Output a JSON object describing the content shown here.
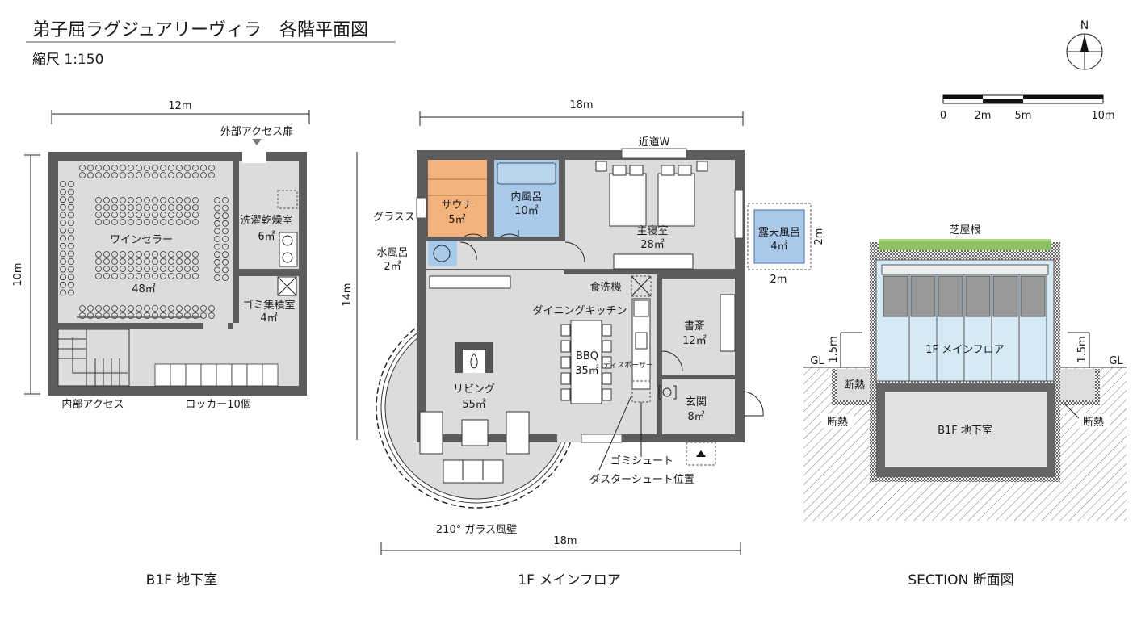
{
  "header": {
    "title": "弟子屈ラグジュアリーヴィラ　各階平面図",
    "scale": "縮尺 1:150"
  },
  "north": {
    "label": "N"
  },
  "scale_bar": {
    "ticks": [
      "0",
      "2m",
      "5m",
      "10m"
    ]
  },
  "b1f": {
    "caption": "B1F 地下室",
    "dim_width": "12m",
    "dim_height": "10m",
    "external_door": "外部アクセス扉",
    "rooms": [
      {
        "name": "ワインセラー",
        "area": "48㎡"
      },
      {
        "name": "洗濯乾燥室",
        "area": "6㎡"
      },
      {
        "name": "ゴミ集積室",
        "area": "4㎡"
      }
    ],
    "internal_access": "内部アクセス",
    "lockers": "ロッカー10個"
  },
  "f1": {
    "caption": "1F メインフロア",
    "dim_top": "18m",
    "dim_left": "14m",
    "dim_bottom": "18m",
    "approach": "近道W",
    "glass_room": "グラスス",
    "rooms": [
      {
        "name": "サウナ",
        "area": "5㎡",
        "color": "#f4b27c"
      },
      {
        "name": "内風呂",
        "area": "10㎡",
        "color": "#a9c9ea"
      },
      {
        "name": "主寝室",
        "area": "28㎡"
      },
      {
        "name": "水風呂",
        "area": "2㎡",
        "color": "#a9c9ea"
      },
      {
        "name": "露天風呂",
        "area": "4㎡",
        "color": "#a9c9ea"
      },
      {
        "name": "書斎",
        "area": "12㎡"
      },
      {
        "name": "BBQ",
        "area": "35㎡"
      },
      {
        "name": "リビング",
        "area": "55㎡"
      },
      {
        "name": "玄関",
        "area": "8㎡"
      }
    ],
    "outdoor_bath_dim_h": "2m",
    "outdoor_bath_dim_w": "2m",
    "dishwasher": "食洗機",
    "dining_kitchen": "ダイニングキッチン",
    "disposer": "ディスポーザー",
    "garbage_chute": "ゴミシュート",
    "dust_chute": "ダスターシュート位置",
    "glass_wall": "210°  ガラス風壁"
  },
  "section": {
    "caption": "SECTION 断面図",
    "green_roof": "芝屋根",
    "main_floor": "1F メインフロア",
    "basement": "B1F 地下室",
    "gl_left": "GL",
    "gl_right": "GL",
    "height_left": "1.5m",
    "height_right": "1.5m",
    "insulation_1": "断熱",
    "insulation_2": "断熱",
    "insulation_3": "断熱",
    "grass_color": "#8cc063"
  }
}
